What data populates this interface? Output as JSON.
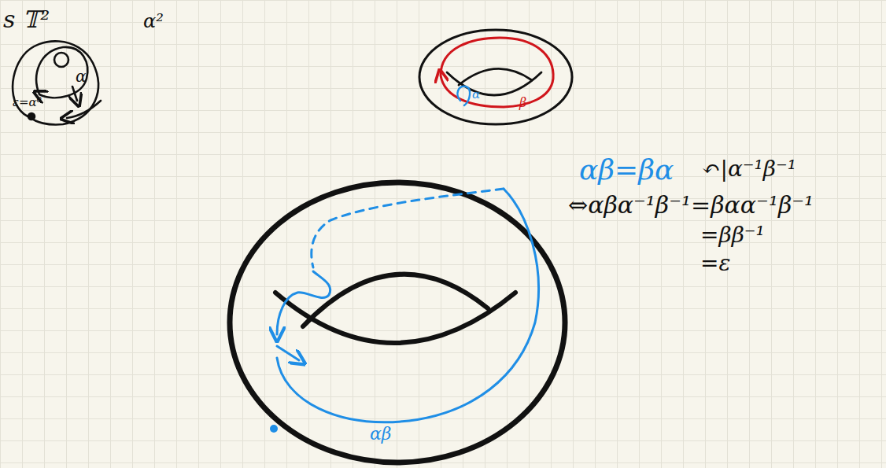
{
  "diagram": {
    "labels": [
      "s 𝕋²",
      "α²",
      "α",
      "ε=α⁰",
      "α",
      "β",
      "αβ=βα",
      "↶|α⁻¹β⁻¹",
      "⇔αβα⁻¹β⁻¹=βαα⁻¹β⁻¹",
      "=ββ⁻¹",
      "=ε",
      "αβ"
    ]
  }
}
